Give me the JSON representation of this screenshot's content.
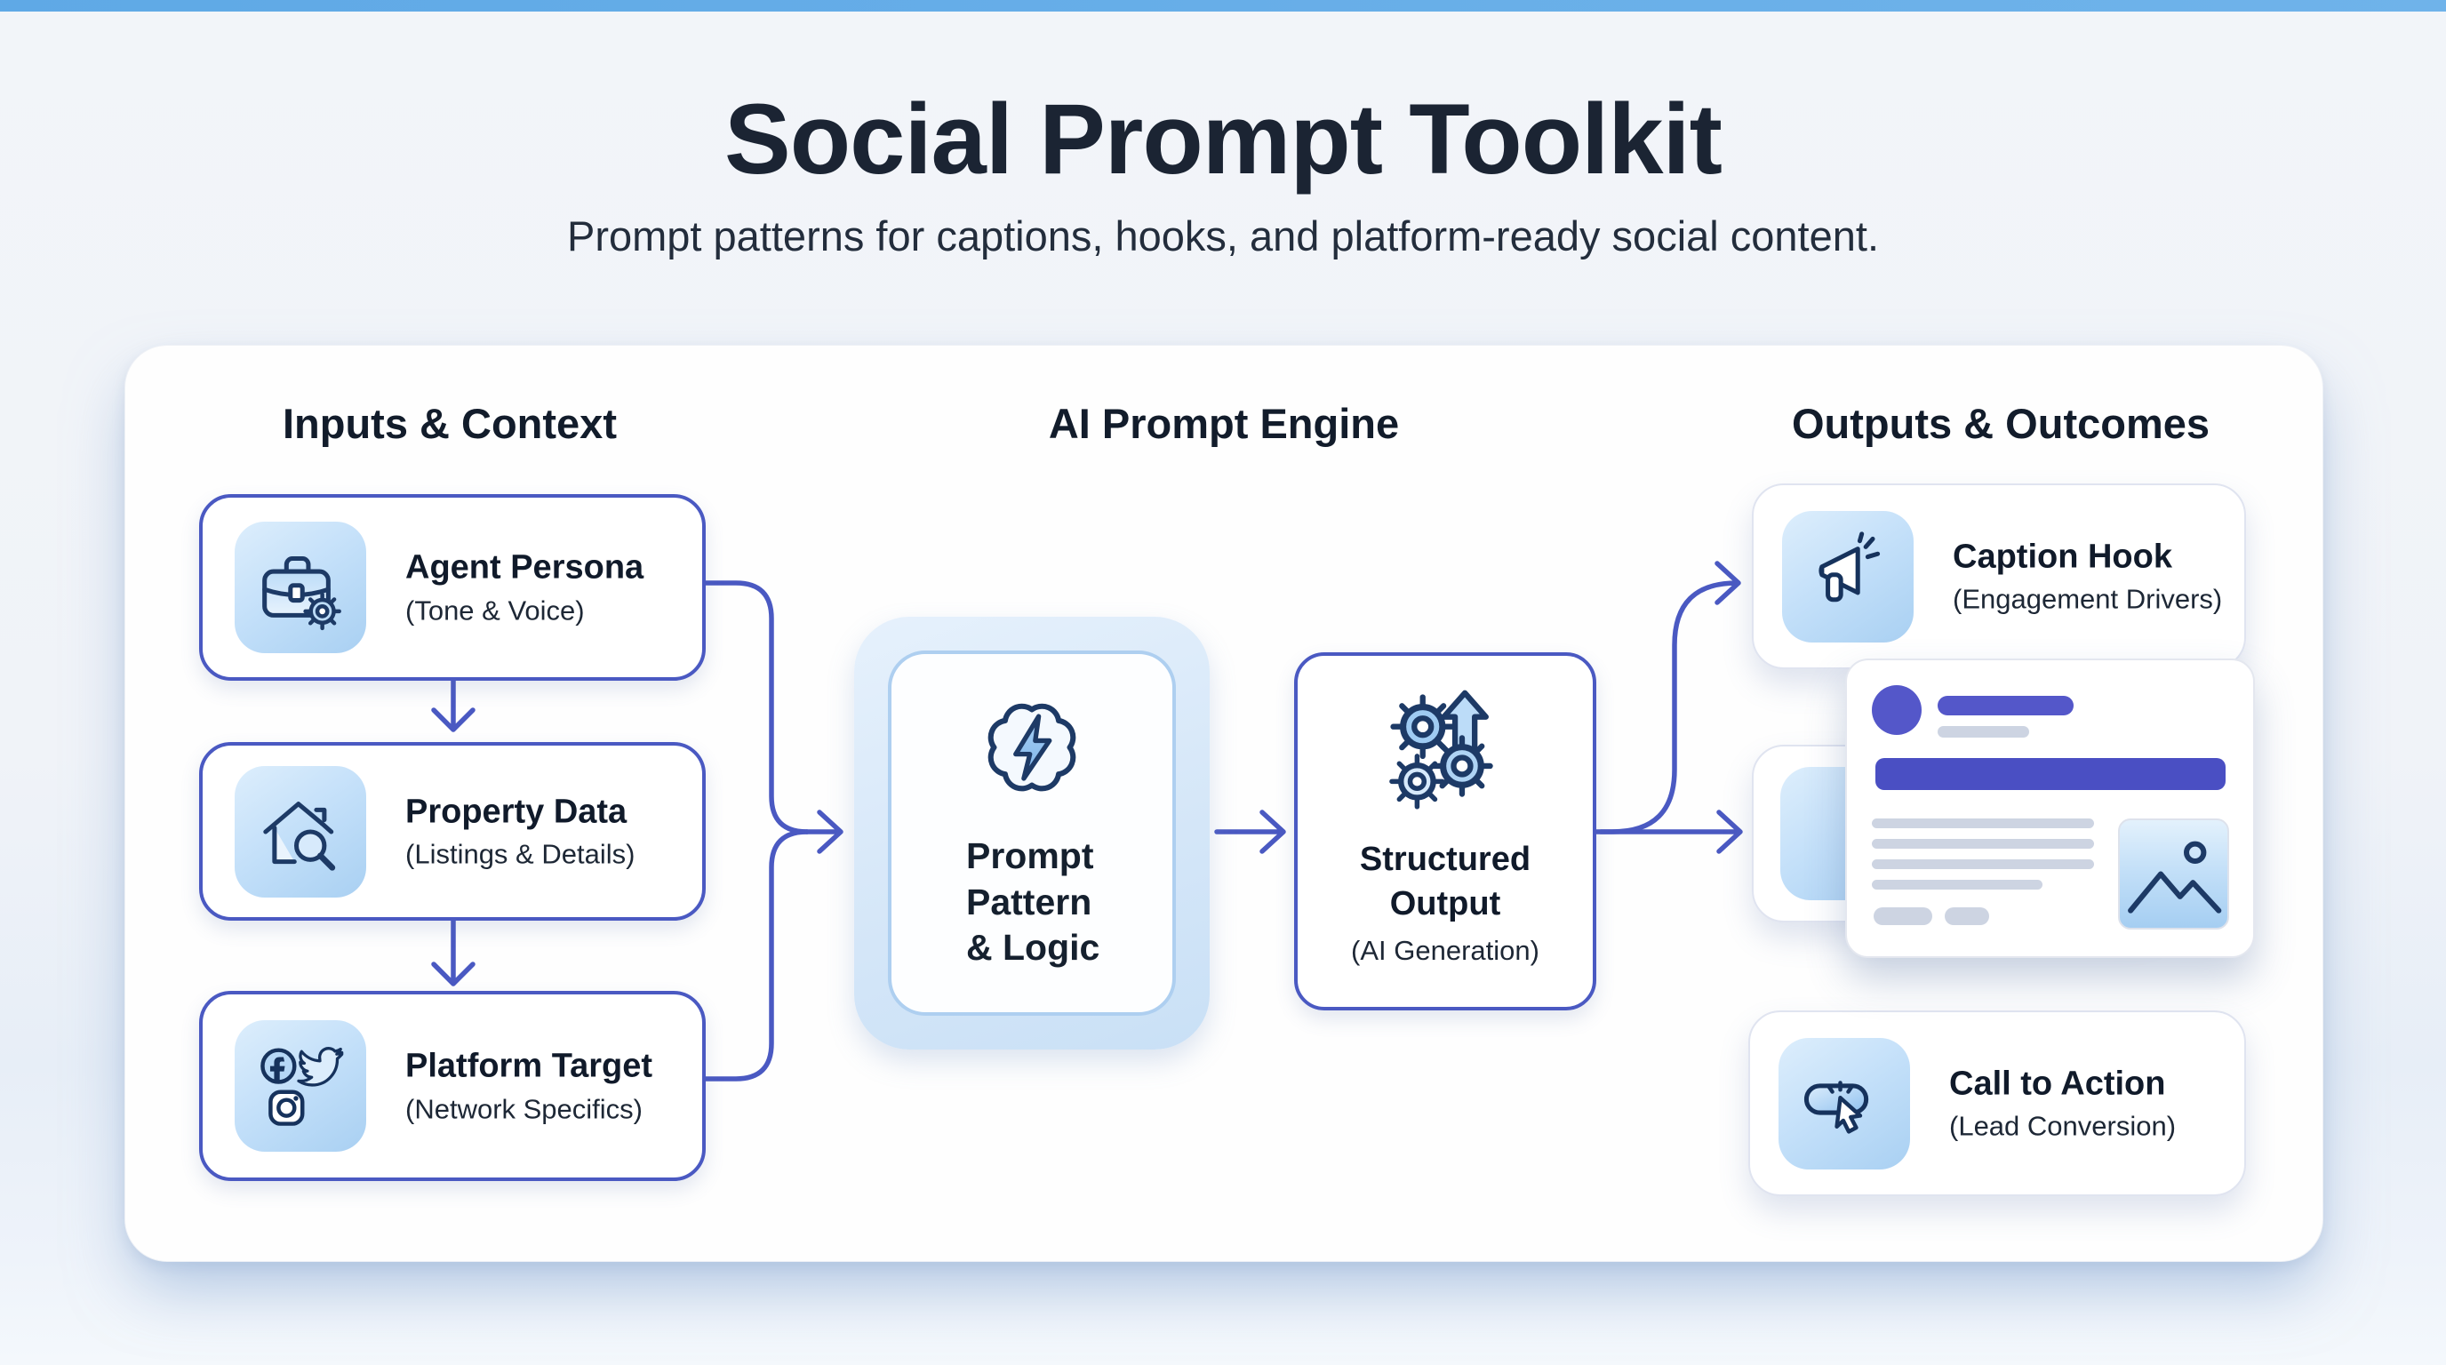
{
  "page": {
    "title": "Social Prompt Toolkit",
    "subtitle": "Prompt patterns for captions, hooks, and platform-ready social content."
  },
  "colors": {
    "top_bar": "#64ade8",
    "accent_indigo": "#4a59c2",
    "navy_stroke": "#1d3a66",
    "tile_blue": "#bcdcf8",
    "purple_fill": "#5457c9",
    "headline_purple": "#4a4fc3",
    "gray_bar": "#cdd4e2"
  },
  "columns": {
    "inputs": {
      "header": "Inputs & Context",
      "boxes": [
        {
          "title": "Agent Persona",
          "subtitle": "(Tone & Voice)",
          "icon": "briefcase-gear-icon"
        },
        {
          "title": "Property Data",
          "subtitle": "(Listings & Details)",
          "icon": "house-search-icon"
        },
        {
          "title": "Platform Target",
          "subtitle": "(Network Specifics)",
          "icon": "social-networks-icon"
        }
      ]
    },
    "engine": {
      "header": "AI Prompt Engine",
      "prompt_box": {
        "line1": "Prompt",
        "line2": "Pattern",
        "line3": "& Logic",
        "icon": "brain-bolt-icon"
      },
      "output_box": {
        "line1": "Structured",
        "line2": "Output",
        "subtitle": "(AI Generation)",
        "icon": "gears-up-arrow-icon"
      }
    },
    "outputs": {
      "header": "Outputs & Outcomes",
      "boxes": [
        {
          "title": "Caption Hook",
          "subtitle": "(Engagement Drivers)",
          "icon": "megaphone-icon"
        },
        {
          "title": "Call to Action",
          "subtitle": "(Lead Conversion)",
          "icon": "cta-click-icon"
        }
      ],
      "social_post_mockup": {
        "icon": "image-placeholder-icon"
      }
    }
  }
}
